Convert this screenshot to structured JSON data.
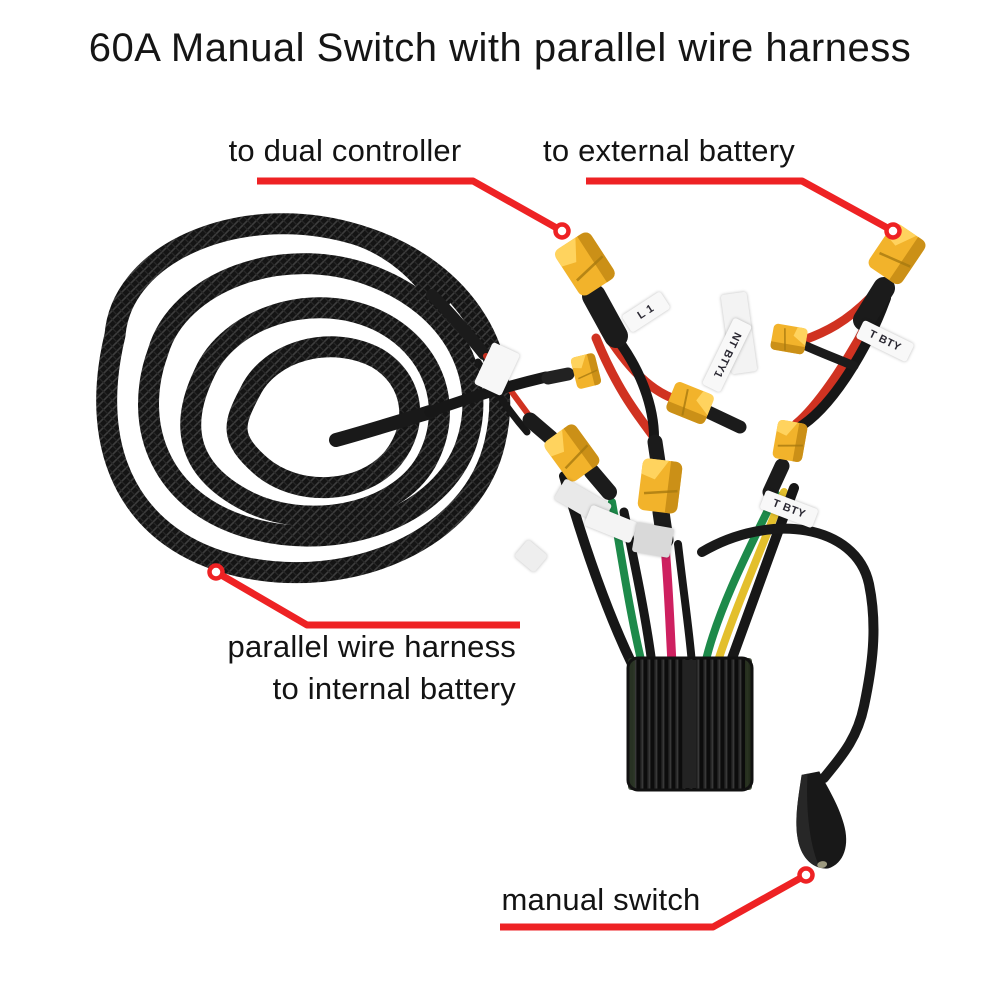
{
  "title": "60A Manual Switch with parallel wire harness",
  "callouts": {
    "dual_controller": {
      "label": "to dual controller"
    },
    "external_battery": {
      "label": "to external battery"
    },
    "parallel_harness": {
      "line1": "parallel wire harness",
      "line2": "to internal battery"
    },
    "manual_switch": {
      "label": "manual switch"
    }
  },
  "wire_tags": {
    "controller_1": "L 1",
    "internal_battery": "NT BTY1",
    "external_battery_top": "T BTY",
    "external_battery_mid": "T BTY"
  },
  "colors": {
    "callout_red": "#ee2224",
    "connector_yellow": "#f2b32b",
    "wire_red": "#d03221",
    "wire_green": "#1d8a4a",
    "wire_magenta": "#ce2060",
    "wire_yellow": "#e3bf2c",
    "cable_black": "#171717",
    "text_black": "#151515"
  }
}
